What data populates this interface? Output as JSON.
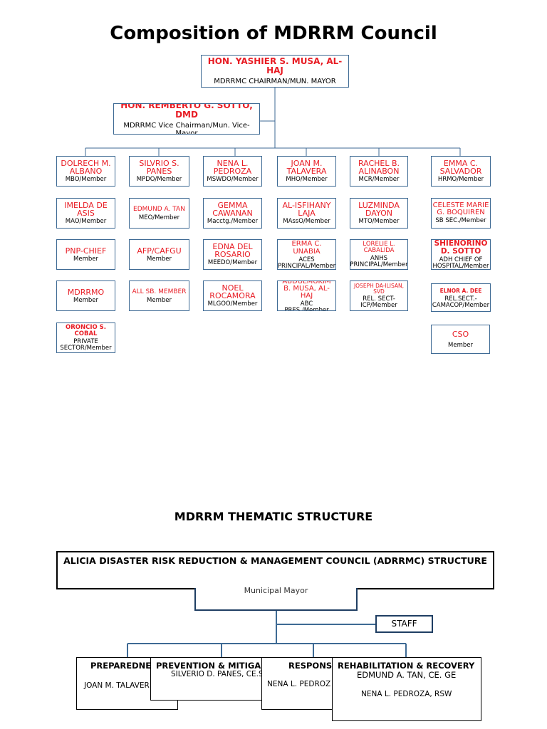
{
  "page_title": "Composition of MDRRM Council",
  "chairman": {
    "name": "HON. YASHIER S. MUSA, AL-HAJ",
    "role": "MDRRMC CHAIRMAN/MUN. MAYOR"
  },
  "vice_chairman": {
    "name": "HON. REMBERTO G. SOTTO, DMD",
    "role": "MDRRMC Vice Chairman/Mun. Vice-Mayor"
  },
  "members": [
    {
      "name": "DOLRECH M. ALBANO",
      "role": "MBO/Member"
    },
    {
      "name": "SILVRIO S. PANES",
      "role": "MPDO/Member"
    },
    {
      "name": "NENA L. PEDROZA",
      "role": "MSWDO/Member"
    },
    {
      "name": "JOAN M. TALAVERA",
      "role": "MHO/Member"
    },
    {
      "name": "RACHEL B. ALINABON",
      "role": "MCR/Member"
    },
    {
      "name": "EMMA C. SALVADOR",
      "role": "HRMO/Member"
    },
    {
      "name": "IMELDA DE ASIS",
      "role": "MAO/Member"
    },
    {
      "name": "EDMUND A. TAN",
      "role": "MEO/Member"
    },
    {
      "name": "GEMMA CAWANAN",
      "role": "Macctg./Member"
    },
    {
      "name": "AL-ISFIHANY LAJA",
      "role": "MAssO/Member"
    },
    {
      "name": "LUZMINDA DAYON",
      "role": "MTO/Member"
    },
    {
      "name": "CELESTE MARIE G. BOQUIREN",
      "role": "SB SEC./Member"
    },
    {
      "name": "PNP-CHIEF",
      "role": "Member"
    },
    {
      "name": "AFP/CAFGU",
      "role": "Member"
    },
    {
      "name": "EDNA DEL ROSARIO",
      "role": "MEEDO/Member"
    },
    {
      "name": "ERMA C. UNABIA",
      "role": "ACES PRINCIPAL/Member"
    },
    {
      "name": "LORELIE L. CABALIDA",
      "role": "ANHS PRINCIPAL/Member"
    },
    {
      "name": "SHIENORINO D. SOTTO",
      "role": "ADH CHIEF OF HOSPITAL/Member"
    },
    {
      "name": "MDRRMO",
      "role": "Member"
    },
    {
      "name": "ALL SB. MEMBER",
      "role": "Member"
    },
    {
      "name": "NOEL ROCAMORA",
      "role": "MLGOO/Member"
    },
    {
      "name": "ABDULMUKIM B. MUSA, AL-HAJ",
      "role": "ABC PRES./Member"
    },
    {
      "name": "JOSEPH DA-ILISAN, SVD",
      "role": "REL. SECT-ICP/Member"
    },
    {
      "name": "ELNOR A. DEE",
      "role": "REL.SECT.-CAMACOP/Member"
    },
    {
      "name": "ORONCIO S. COBAL",
      "role": "PRIVATE SECTOR/Member"
    },
    {
      "name": "CSO",
      "role": "Member"
    }
  ],
  "section2_title": "MDRRM THEMATIC STRUCTURE",
  "adrrmc_title": "ALICIA DISASTER RISK REDUCTION & MANAGEMENT COUNCIL (ADRRMC) STRUCTURE",
  "mayor_label": "Municipal Mayor",
  "staff_label": "STAFF",
  "thematic": [
    {
      "title": "PREPAREDNE",
      "person": "JOAN M. TALAVER"
    },
    {
      "title": "PREVENTION & MITIGA",
      "person": "SILVERIO D. PANES, CE.S"
    },
    {
      "title": "RESPONS",
      "person": "NENA L. PEDROZ"
    },
    {
      "title": "REHABILITATION & RECOVERY",
      "person": "EDMUND A. TAN, CE. GE",
      "person2": "NENA L. PEDROZA, RSW"
    }
  ]
}
